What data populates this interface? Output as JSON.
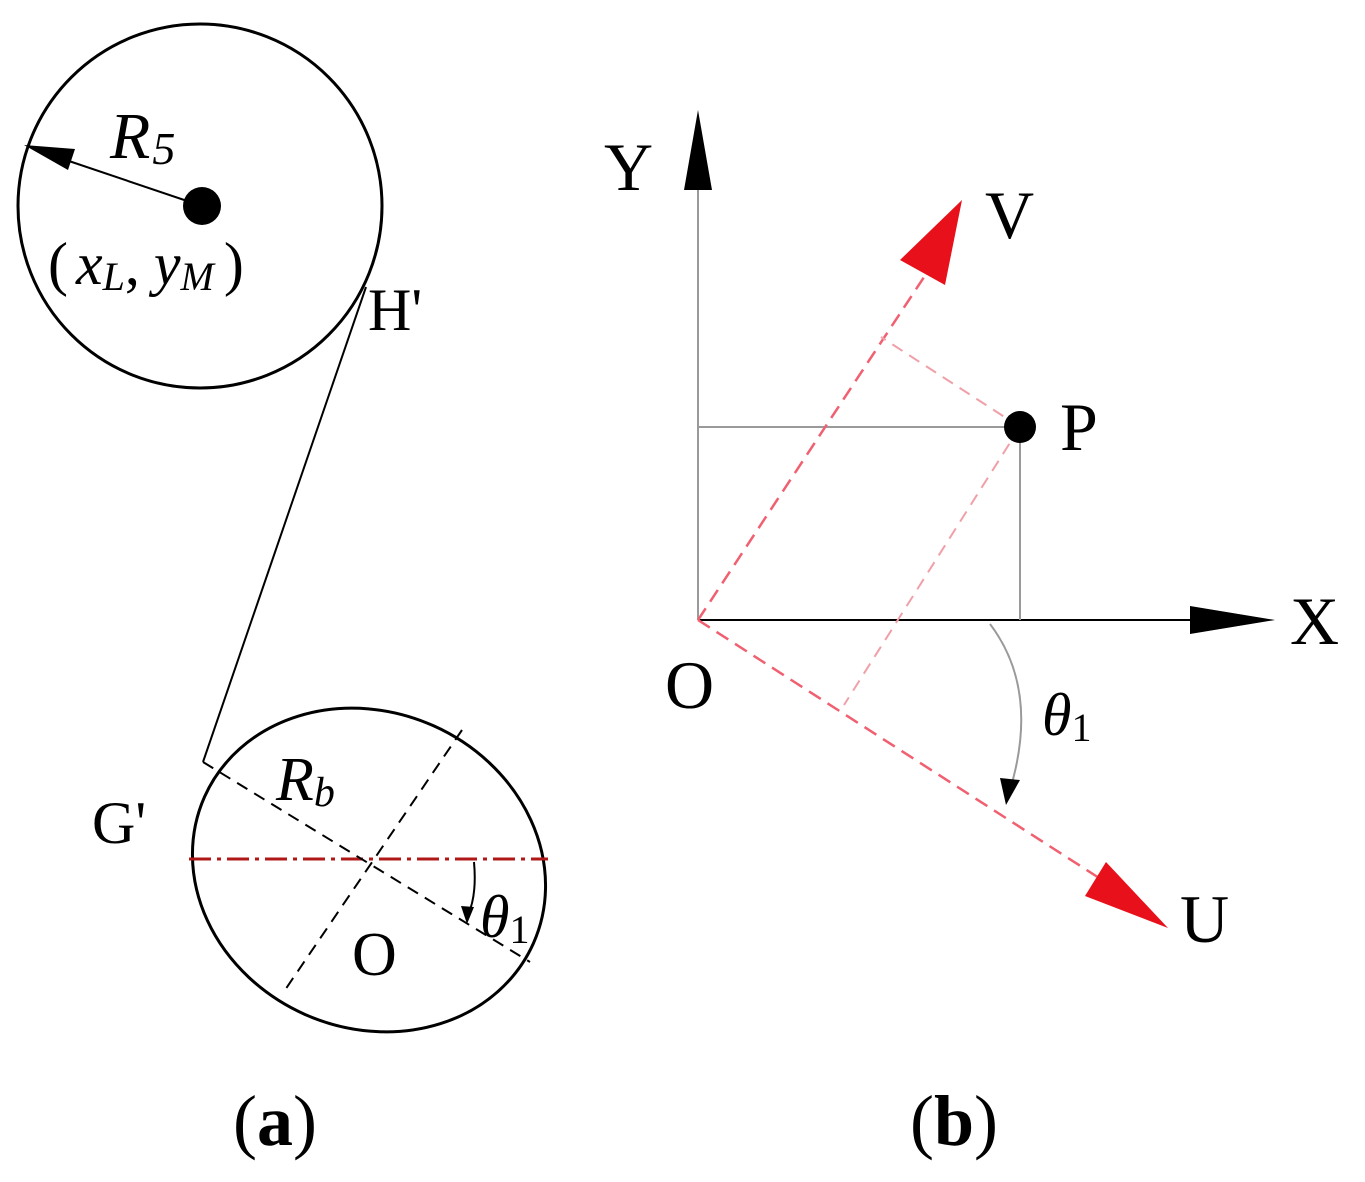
{
  "panel_a": {
    "caption_open": "(",
    "caption_letter": "a",
    "caption_close": ")",
    "radius_label_main": "R",
    "radius_label_sub": "5",
    "center_open": "(",
    "center_x_main": "x",
    "center_x_sub": "L",
    "center_comma": ",",
    "center_y_main": "y",
    "center_y_sub": "M",
    "center_close": ")",
    "tangent_point_top": "H'",
    "tangent_point_bottom": "G'",
    "ellipse_radius_main": "R",
    "ellipse_radius_sub": "b",
    "origin_label": "O",
    "angle_main": "θ",
    "angle_sub": "1",
    "colors": {
      "axis_line": "#b01818"
    }
  },
  "panel_b": {
    "caption_open": "(",
    "caption_letter": "b",
    "caption_close": ")",
    "x_axis": "X",
    "y_axis": "Y",
    "u_axis": "U",
    "v_axis": "V",
    "point": "P",
    "origin_label": "O",
    "angle_main": "θ",
    "angle_sub": "1",
    "colors": {
      "rotated_axes": "#e8101a",
      "projection": "#f0a0a8"
    }
  }
}
